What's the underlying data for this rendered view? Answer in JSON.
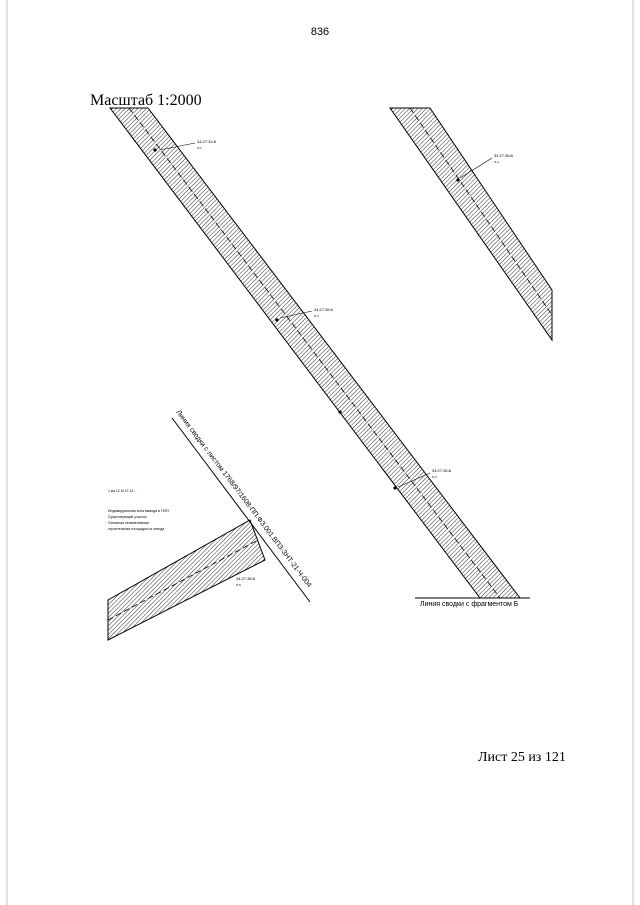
{
  "page": {
    "page_number": "836",
    "scale_label": "Масштаб 1:2000",
    "sheet_label": "Лист 25 из 121"
  },
  "drawing": {
    "seam_line_main": "Линия сводки с листом 1768/97/1608-ПП.ФЗ.001.ВПЗ-ЗНТ-21-Ч-004",
    "seam_line_bottom": "Линия сводки с фрагментом Б",
    "parcel_labels": [
      "34:27:34:8",
      "34:27:36:8",
      "34:27:36:8",
      "34:27:36:8",
      "34:27:36:8"
    ],
    "parcel_labels_sub": [
      "П-1",
      "П-2",
      "П-3",
      "П-4",
      "П-5"
    ],
    "legend_text": [
      "1 км 12 М.17.13 ...",
      "Индивидуальная зона вывода в ГКПУ",
      "Существующий участок",
      "Основная неизменяемая",
      "строительная площадка из отвода"
    ],
    "colors": {
      "line": "#000000",
      "hatch": "#333333",
      "edge": "#e2e2e2"
    }
  }
}
